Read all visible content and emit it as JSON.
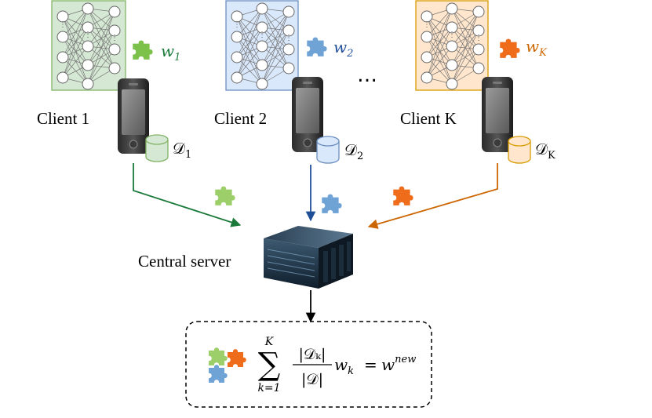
{
  "colors": {
    "green_fill": "#d5e8d4",
    "green_stroke": "#82b366",
    "green_accent": "#1a7a3a",
    "green_puzzle": "#7cc24a",
    "blue_fill": "#dae8fc",
    "blue_stroke": "#6c8ebf",
    "blue_accent": "#1f4e99",
    "blue_puzzle": "#6fa3d6",
    "orange_fill": "#ffe6cc",
    "orange_stroke": "#d79b00",
    "orange_accent": "#cc6600",
    "orange_puzzle": "#ef6c1a"
  },
  "clients": [
    {
      "label": "Client 1",
      "weight_sym": "w",
      "weight_sub": "1",
      "data_sym": "𝒟",
      "data_sub": "1",
      "theme": "green"
    },
    {
      "label": "Client 2",
      "weight_sym": "w",
      "weight_sub": "2",
      "data_sym": "𝒟",
      "data_sub": "2",
      "theme": "blue"
    },
    {
      "label": "Client K",
      "weight_sym": "w",
      "weight_sub": "K",
      "data_sym": "𝒟",
      "data_sub": "K",
      "theme": "orange"
    }
  ],
  "ellipsis": "…",
  "server": {
    "label": "Central server"
  },
  "formula": {
    "sum_upper": "K",
    "sum_lower": "k=1",
    "numerator": "|𝒟ₖ|",
    "denominator": "|𝒟|",
    "weight": "w",
    "weight_sub": "k",
    "equals": "=",
    "result": "w",
    "result_sup": "new"
  },
  "icons": [
    "neural-network-icon",
    "puzzle-piece-icon",
    "smartphone-icon",
    "database-icon",
    "server-icon"
  ]
}
